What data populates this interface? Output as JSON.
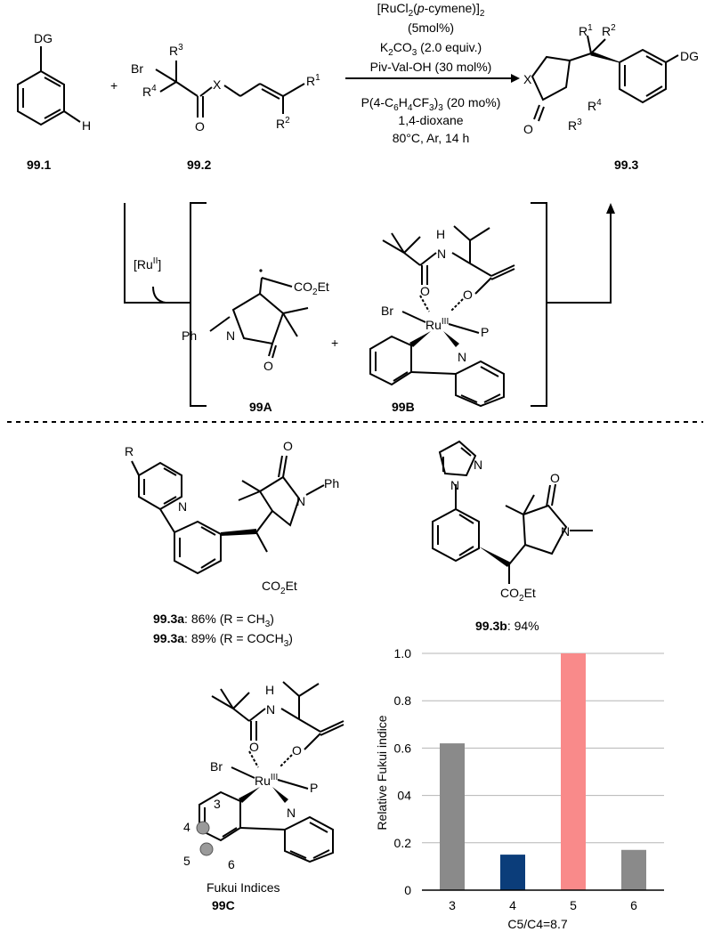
{
  "reaction": {
    "sm1_label": "99.1",
    "sm2_label": "99.2",
    "product_label": "99.3",
    "sm1_dg": "DG",
    "sm1_h": "H",
    "plus": "+",
    "sm2_br": "Br",
    "sm2_r3": "R",
    "sm2_r3_sup": "3",
    "sm2_r4": "R",
    "sm2_r4_sup": "4",
    "sm2_o": "O",
    "sm2_x": "X",
    "sm2_r1": "R",
    "sm2_r1_sup": "1",
    "sm2_r2": "R",
    "sm2_r2_sup": "2",
    "conditions": {
      "cat_a": "[RuCl",
      "cat_sub": "2",
      "cat_b": "(",
      "cat_it": "p",
      "cat_c": "-cymene)]",
      "cat_sub2": "2",
      "loading": "(5mol%)",
      "base_a": "K",
      "base_sub1": "2",
      "base_b": "CO",
      "base_sub2": "3",
      "base_c": " (2.0 equiv.)",
      "additive": "Piv-Val-OH (30 mol%)",
      "ligand_a": "P(4-C",
      "ligand_s1": "6",
      "ligand_b": "H",
      "ligand_s2": "4",
      "ligand_c": "CF",
      "ligand_s3": "3",
      "ligand_d": ")",
      "ligand_s4": "3",
      "ligand_e": " (20 mo%)",
      "solvent": "1,4-dioxane",
      "temp": "80°C, Ar, 14 h"
    },
    "prod_x": "X",
    "prod_o": "O",
    "prod_r1": "R",
    "prod_r1_sup": "1",
    "prod_r2": "R",
    "prod_r2_sup": "2",
    "prod_r3": "R",
    "prod_r3_sup": "3",
    "prod_r4": "R",
    "prod_r4_sup": "4",
    "prod_dg": "DG"
  },
  "mechanism": {
    "ru_a": "[Ru",
    "ru_sup": "II",
    "ru_b": "]",
    "int_a_label": "99A",
    "int_b_label": "99B",
    "a_co2et_a": "CO",
    "a_co2et_sub": "2",
    "a_co2et_b": "Et",
    "a_ph": "Ph",
    "a_n": "N",
    "a_o": "O",
    "plus": "+",
    "b_h": "H",
    "b_n": "N",
    "b_o1": "O",
    "b_o2": "O",
    "b_br": "Br",
    "b_ru": "Ru",
    "b_ru_sup": "III",
    "b_p": "P",
    "b_pyr_n": "N"
  },
  "examples": {
    "ex1_r": "R",
    "ex1_n": "N",
    "ex1_o": "O",
    "ex1_n2": "N",
    "ex1_ph": "Ph",
    "ex1_co2et_a": "CO",
    "ex1_co2et_sub": "2",
    "ex1_co2et_b": "Et",
    "ex1_line1_label": "99.3a",
    "ex1_line1_text_a": ": 86% (R = CH",
    "ex1_line1_sub": "3",
    "ex1_line1_text_b": ")",
    "ex1_line2_label": "99.3a",
    "ex1_line2_text_a": ": 89% (R = COCH",
    "ex1_line2_sub": "3",
    "ex1_line2_text_b": ")",
    "ex2_n1": "N",
    "ex2_n2": "N",
    "ex2_o": "O",
    "ex2_n3": "N",
    "ex2_co2et_a": "CO",
    "ex2_co2et_sub": "2",
    "ex2_co2et_b": "Et",
    "ex2_label": "99.3b",
    "ex2_text": ": 94%"
  },
  "fukui": {
    "h": "H",
    "n": "N",
    "o1": "O",
    "o2": "O",
    "br": "Br",
    "ru": "Ru",
    "ru_sup": "III",
    "p": "P",
    "pyr_n": "N",
    "pos3": "3",
    "pos4": "4",
    "pos5": "5",
    "pos6": "6",
    "caption": "Fukui Indices",
    "label": "99C"
  },
  "chart_data": {
    "type": "bar",
    "categories": [
      "3",
      "4",
      "5",
      "6"
    ],
    "values": [
      0.62,
      0.15,
      1.0,
      0.17
    ],
    "colors": [
      "#8a8a8a",
      "#0b3d7a",
      "#f98a8a",
      "#8a8a8a"
    ],
    "ylabel": "Relative Fukui indice",
    "xlabel": "C5/C4=8.7",
    "ylim": [
      0,
      1.0
    ],
    "yticks": [
      "0",
      "0.2",
      "04",
      "0.6",
      "0.8",
      "1.0"
    ],
    "grid": true
  }
}
